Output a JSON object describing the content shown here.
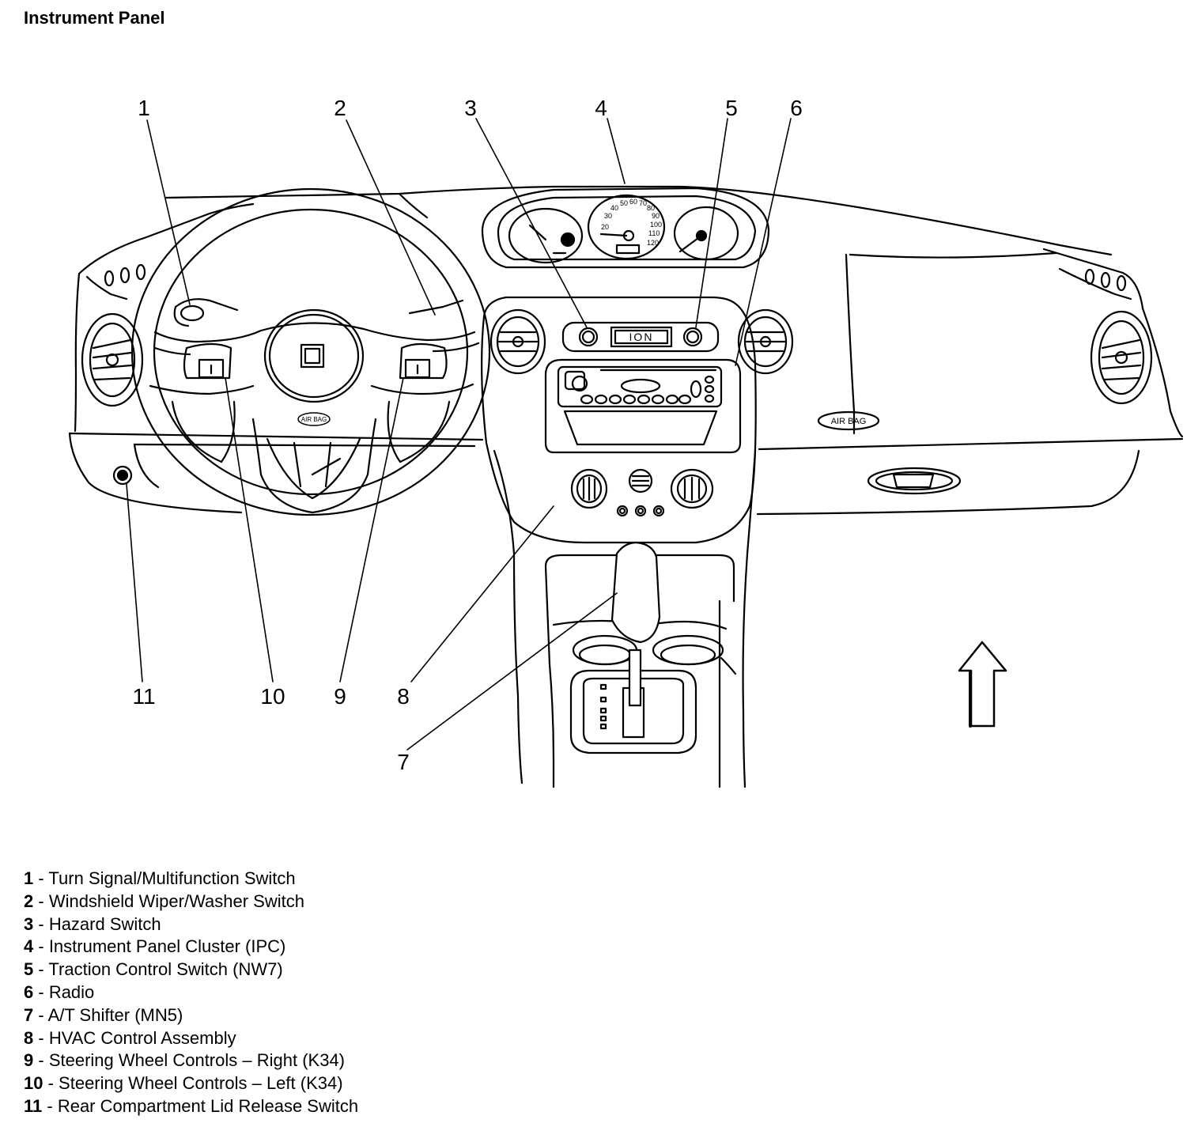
{
  "title": "Instrument Panel",
  "callouts": [
    "1",
    "2",
    "3",
    "4",
    "5",
    "6",
    "7",
    "8",
    "9",
    "10",
    "11"
  ],
  "diagram_text": {
    "ion_badge": "ION",
    "airbag_wheel": "AIR BAG",
    "airbag_dash": "AIR BAG",
    "speedo_numbers": [
      "20",
      "30",
      "40",
      "50",
      "60",
      "70",
      "80",
      "90",
      "100",
      "110",
      "120"
    ]
  },
  "legend": [
    {
      "num": "1",
      "sep": " - ",
      "text": "Turn Signal/Multifunction Switch"
    },
    {
      "num": "2",
      "sep": " - ",
      "text": "Windshield Wiper/Washer Switch"
    },
    {
      "num": "3",
      "sep": " - ",
      "text": "Hazard Switch"
    },
    {
      "num": "4",
      "sep": " - ",
      "text": "Instrument Panel Cluster (IPC)"
    },
    {
      "num": "5",
      "sep": " - ",
      "text": "Traction Control Switch (NW7)"
    },
    {
      "num": "6",
      "sep": " - ",
      "text": "Radio"
    },
    {
      "num": "7",
      "sep": " - ",
      "text": "A/T Shifter (MN5)"
    },
    {
      "num": "8",
      "sep": " - ",
      "text": "HVAC Control Assembly"
    },
    {
      "num": "9",
      "sep": " - ",
      "text": "Steering Wheel Controls – Right (K34)"
    },
    {
      "num": "10",
      "sep": " - ",
      "text": "Steering Wheel Controls – Left (K34)"
    },
    {
      "num": "11",
      "sep": " - ",
      "text": "Rear Compartment Lid Release Switch"
    }
  ]
}
